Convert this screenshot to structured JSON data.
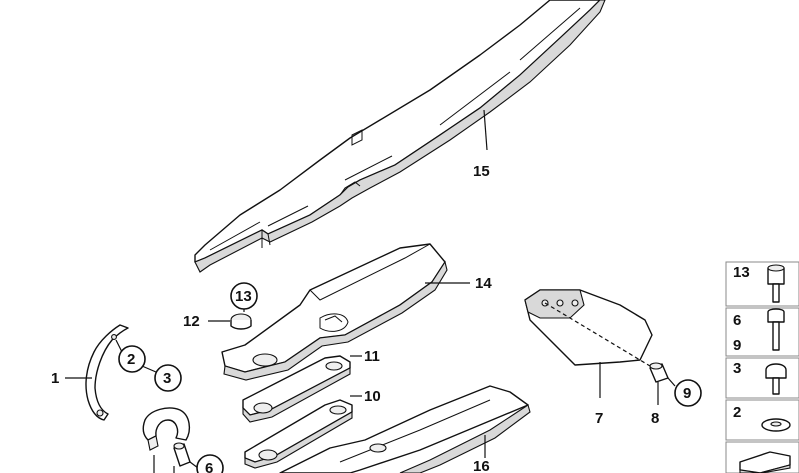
{
  "callouts": {
    "c1": "1",
    "c2": "2",
    "c3": "3",
    "c6": "6",
    "c7": "7",
    "c8": "8",
    "c9": "9",
    "c10": "10",
    "c11": "11",
    "c12": "12",
    "c13": "13",
    "c14": "14",
    "c15": "15",
    "c16": "16"
  },
  "legend": {
    "rows": [
      {
        "labels": [
          "13"
        ],
        "part": "screw-socket-head"
      },
      {
        "labels": [
          "6",
          "9"
        ],
        "part": "bolt"
      },
      {
        "labels": [
          "3"
        ],
        "part": "hex-screw"
      },
      {
        "labels": [
          "2"
        ],
        "part": "washer"
      },
      {
        "labels": [],
        "part": "grommet"
      }
    ]
  }
}
